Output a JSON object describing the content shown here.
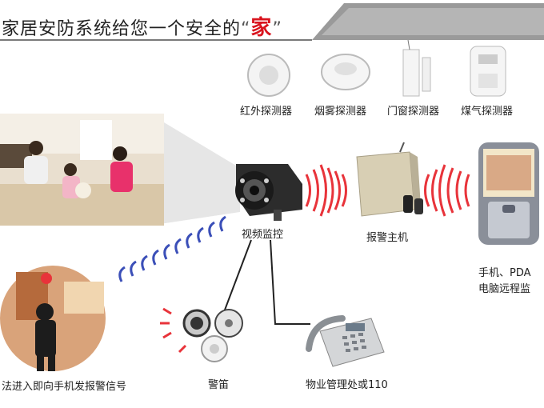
{
  "banner": {
    "title_main": "家居安防系统给您一个安全的",
    "open_quote": "“",
    "title_accent": "家",
    "close_quote": "”"
  },
  "detectors": [
    {
      "label": "红外探测器",
      "icon": "infrared-detector-icon"
    },
    {
      "label": "烟雾探测器",
      "icon": "smoke-detector-icon"
    },
    {
      "label": "门窗探测器",
      "icon": "door-window-sensor-icon"
    },
    {
      "label": "煤气探测器",
      "icon": "gas-detector-icon"
    }
  ],
  "nodes": {
    "camera": "视频监控",
    "alarm_host": "报警主机",
    "remote_line1": "手机、PDA",
    "remote_line2": "电脑远程监",
    "siren": "警笛",
    "property": "物业管理处或110",
    "intruder": "法进入即向手机发报警信号"
  },
  "colors": {
    "accent": "#d9141e",
    "banner_gray": "#8c8c8c",
    "wave_red": "#e8333a",
    "wave_blue": "#3b4fb8"
  }
}
